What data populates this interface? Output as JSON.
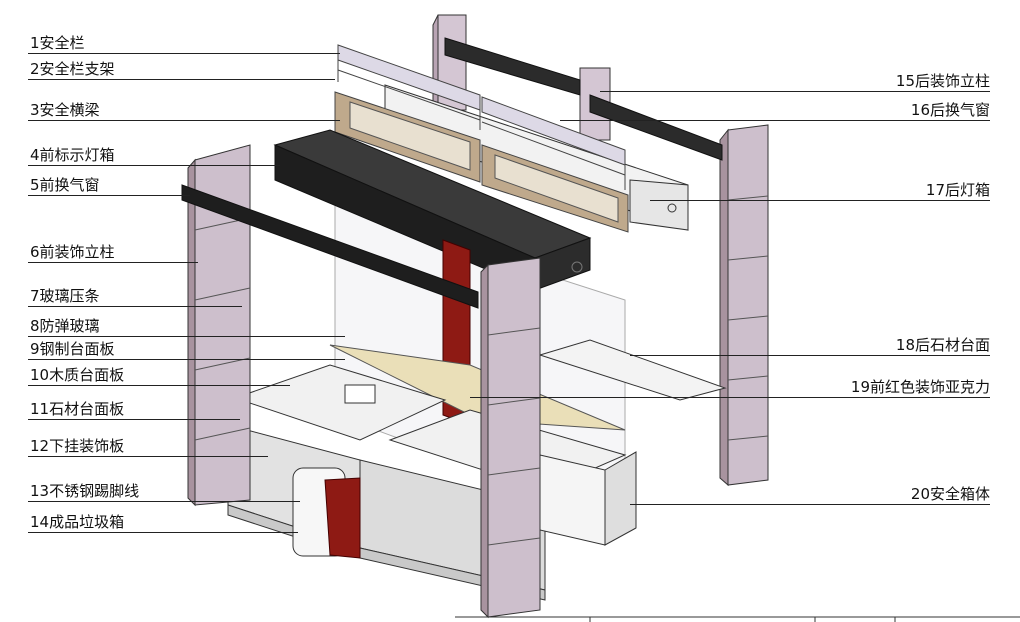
{
  "left_labels": [
    "1安全栏",
    "2安全栏支架",
    "3安全横梁",
    "4前标示灯箱",
    "5前换气窗",
    "6前装饰立柱",
    "7玻璃压条",
    "8防弹玻璃",
    "9钢制台面板",
    "10木质台面板",
    "11石材台面板",
    "12下挂装饰板",
    "13不锈钢踢脚线",
    "14成品垃圾箱"
  ],
  "right_labels": [
    "15后装饰立柱",
    "16后换气窗",
    "17后灯箱",
    "18后石材台面",
    "19前红色装饰亚克力",
    "20安全箱体"
  ],
  "colors": {
    "post": "#cdbfcc",
    "post_dark": "#a8939f",
    "lightbox": "#2b2b2b",
    "red_acrylic": "#8e1a14",
    "vent_frame": "#bfa98c",
    "counter": "#efefef",
    "panel": "#e2e2e2",
    "line": "#222222"
  },
  "icons": {
    "cabinet": "exploded-cabinet-drawing",
    "trash_bin": "trash-bin-icon"
  }
}
